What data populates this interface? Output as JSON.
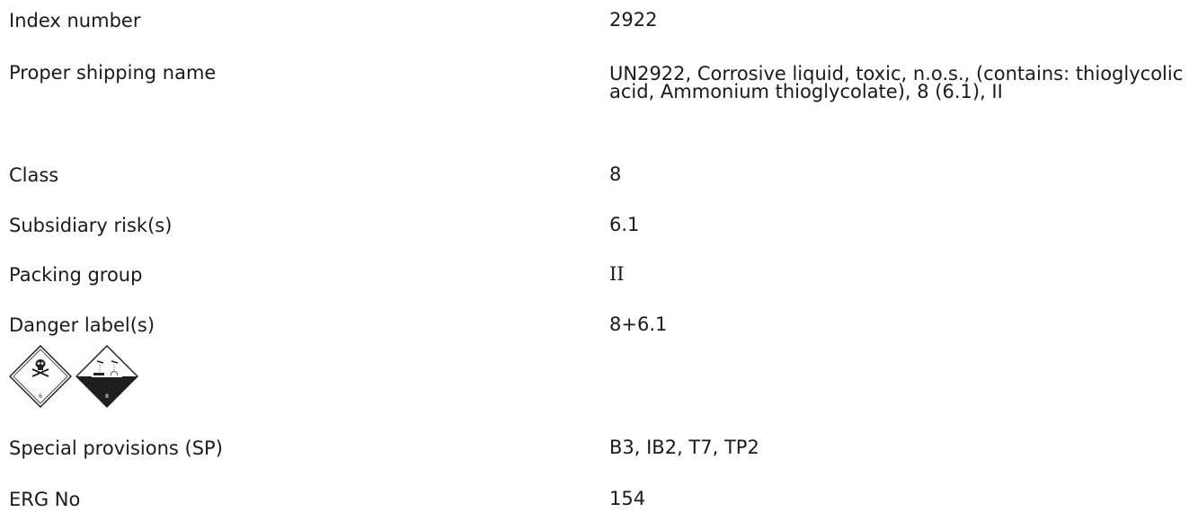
{
  "rows": [
    {
      "label": "Index number",
      "value": "2922"
    },
    {
      "label": "Proper shipping name",
      "value": "UN2922, Corrosive liquid, toxic, n.o.s., (contains: thioglycolic acid, Ammonium thioglycolate), 8 (6.1), II"
    },
    {
      "label": "Class",
      "value": "8"
    },
    {
      "label": "Subsidiary risk(s)",
      "value": "6.1"
    },
    {
      "label": "Packing group",
      "value": "II"
    },
    {
      "label": "Danger label(s)",
      "value": "8+6.1"
    },
    {
      "label": "Special provisions (SP)",
      "value": "B3, IB2, T7, TP2"
    },
    {
      "label": "ERG No",
      "value": "154"
    }
  ],
  "placards": [
    {
      "icon": "toxic-skull-placard-icon",
      "number": "6"
    },
    {
      "icon": "corrosive-placard-icon",
      "number": "8"
    }
  ]
}
